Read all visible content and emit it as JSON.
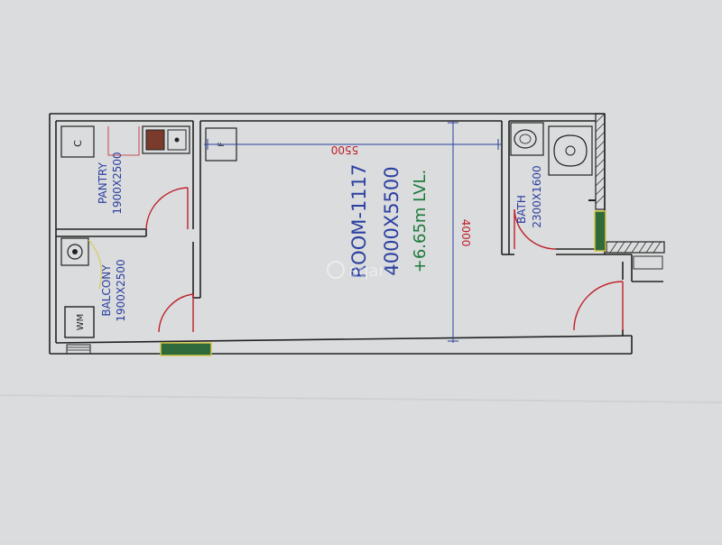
{
  "rooms": {
    "main": {
      "name": "ROOM-1117",
      "size": "4000X5500",
      "level": "+6.65m LVL."
    },
    "pantry": {
      "name": "PANTRY",
      "size": "1900X2500"
    },
    "balcony": {
      "name": "BALCONY",
      "size": "1900X2500"
    },
    "bath": {
      "name": "BATH",
      "size": "2300X1600"
    }
  },
  "dimensions": {
    "length": "5500",
    "width": "4000"
  },
  "fixtures": {
    "washing_machine": "WM",
    "cooker": "C",
    "fridge": "F"
  },
  "watermark": "aqar",
  "colors": {
    "wall": "#222222",
    "door": "#c0202a",
    "dimension": "#2c3fa0",
    "level": "#1d7a3a",
    "window": "#2f6a3a"
  }
}
